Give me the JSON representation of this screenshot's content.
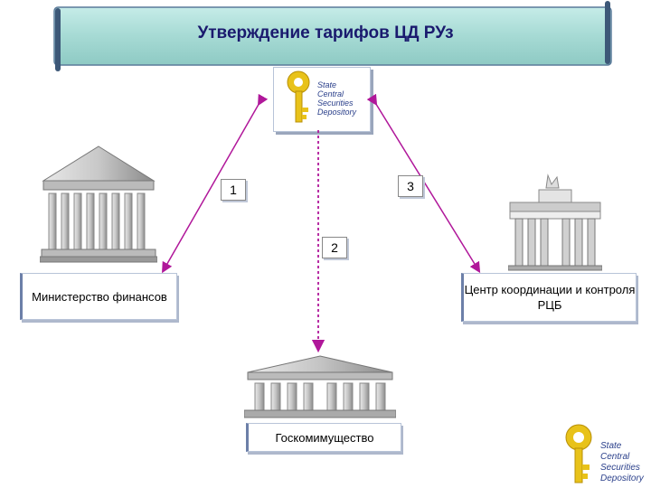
{
  "title": "Утверждение тарифов ЦД РУз",
  "logo": {
    "lines": [
      "State",
      "Central",
      "Securities",
      "Depository"
    ]
  },
  "nodes": {
    "ministry": "Министерство финансов",
    "center": "Центр координации и контроля РЦБ",
    "goskom": "Госкомимущество"
  },
  "steps": [
    "1",
    "2",
    "3"
  ],
  "colors": {
    "banner": "#a8dcd6",
    "arrow": "#b0179a",
    "logo": "#e8c21a",
    "title": "#1a1a6e"
  }
}
